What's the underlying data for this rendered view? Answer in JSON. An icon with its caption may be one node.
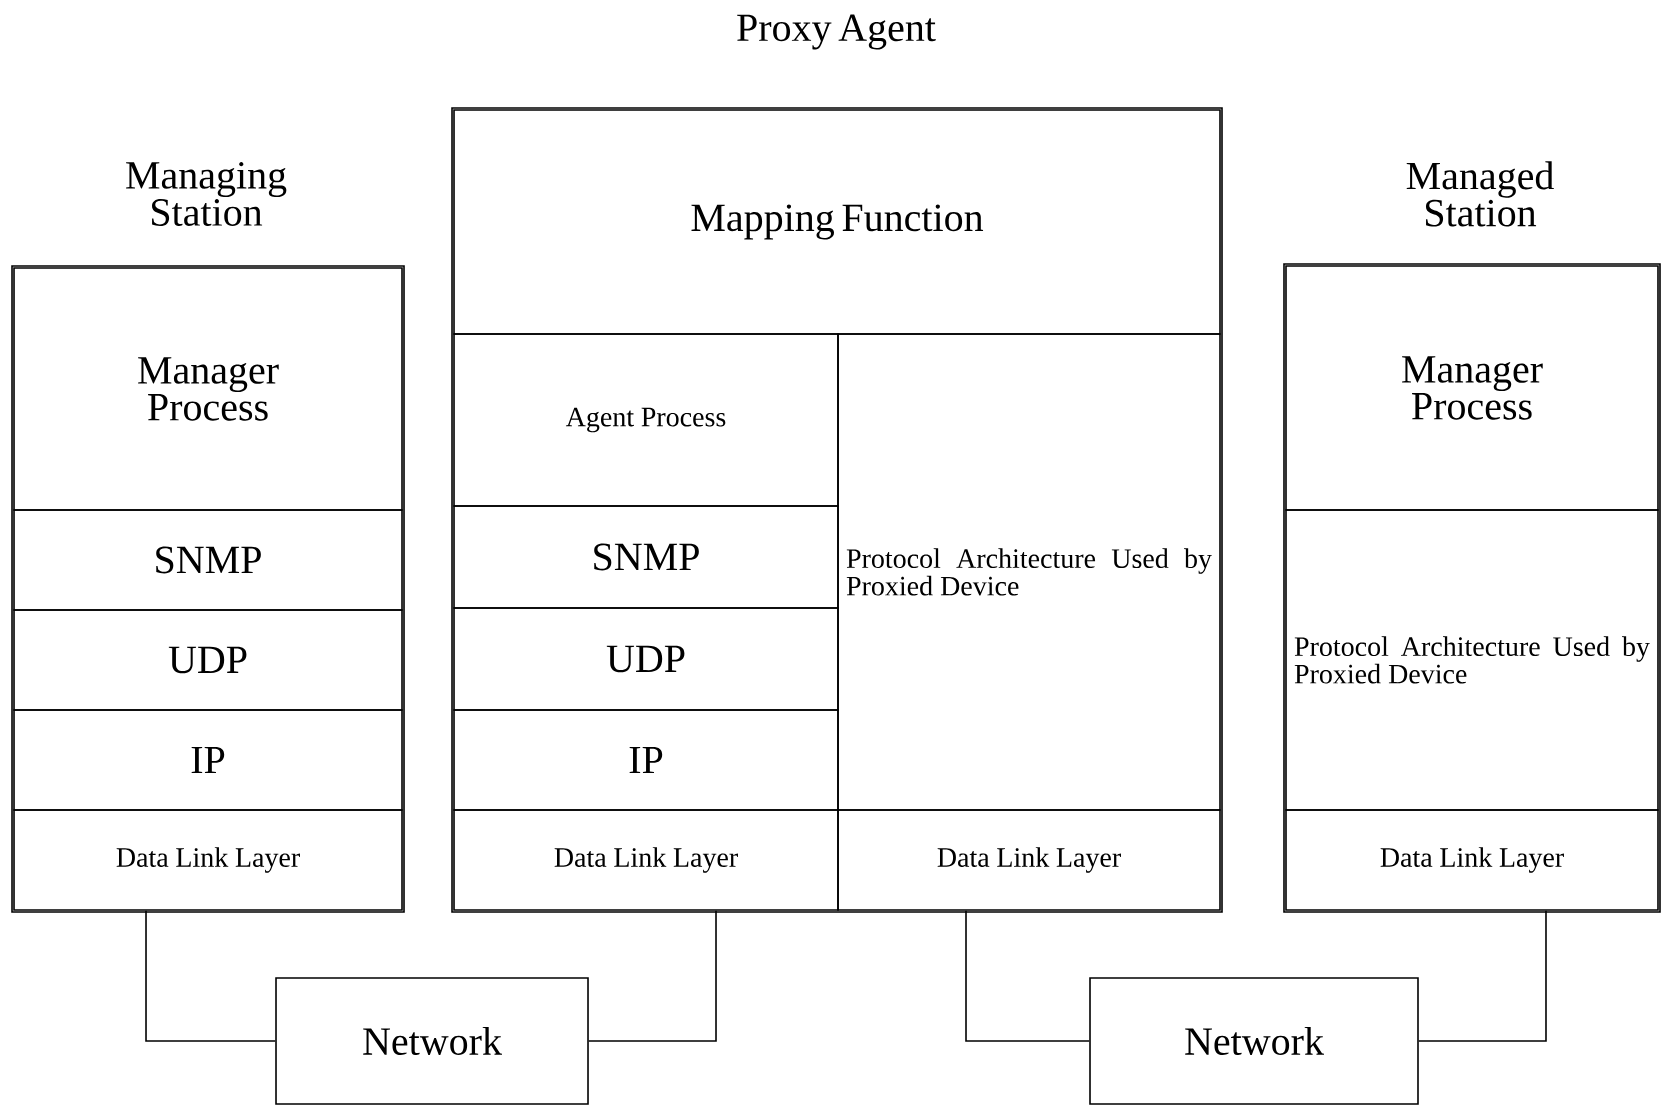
{
  "diagram": {
    "nodes": [
      {
        "text": [
          "Managing Station"
        ]
      },
      {
        "text": [
          "Manager Process"
        ],
        "in": 0
      },
      {
        "text": [
          "SNMP"
        ],
        "in": 0
      },
      {
        "text": [
          "UDP"
        ],
        "in": 0
      },
      {
        "text": [
          "IP"
        ],
        "in": 0
      },
      {
        "text": [
          "Data Link Layer"
        ],
        "in": 0
      },
      {
        "text": [
          "Proxy Agent"
        ]
      },
      {
        "text": [
          "Mapping Function"
        ],
        "in": 6
      },
      {
        "text": [
          "Agent Process"
        ],
        "in": 6
      },
      {
        "text": [
          "SNMP"
        ],
        "in": 6
      },
      {
        "text": [
          "UDP"
        ],
        "in": 6
      },
      {
        "text": [
          "IP"
        ],
        "in": 6
      },
      {
        "text": [
          "Data Link Layer"
        ],
        "in": 6
      },
      {
        "text": [
          "Protocol Architecture Used by Proxied Device"
        ],
        "in": 6
      },
      {
        "text": [
          "Data Link Layer"
        ],
        "in": 6
      },
      {
        "text": [
          "Managed Station"
        ]
      },
      {
        "text": [
          "Manager Process"
        ],
        "in": 15
      },
      {
        "text": [
          "Protocol Architecture Used by Proxied Device"
        ],
        "in": 15
      },
      {
        "text": [
          "Data Link Layer"
        ],
        "in": 15
      },
      {
        "text": [
          "Network"
        ]
      },
      {
        "text": [
          "Network"
        ]
      }
    ],
    "edges": [
      {
        "from": 5,
        "to": 19,
        "arrow": "none"
      },
      {
        "from": 12,
        "to": 19,
        "arrow": "none"
      },
      {
        "from": 14,
        "to": 20,
        "arrow": "none"
      },
      {
        "from": 18,
        "to": 20,
        "arrow": "none"
      }
    ]
  }
}
